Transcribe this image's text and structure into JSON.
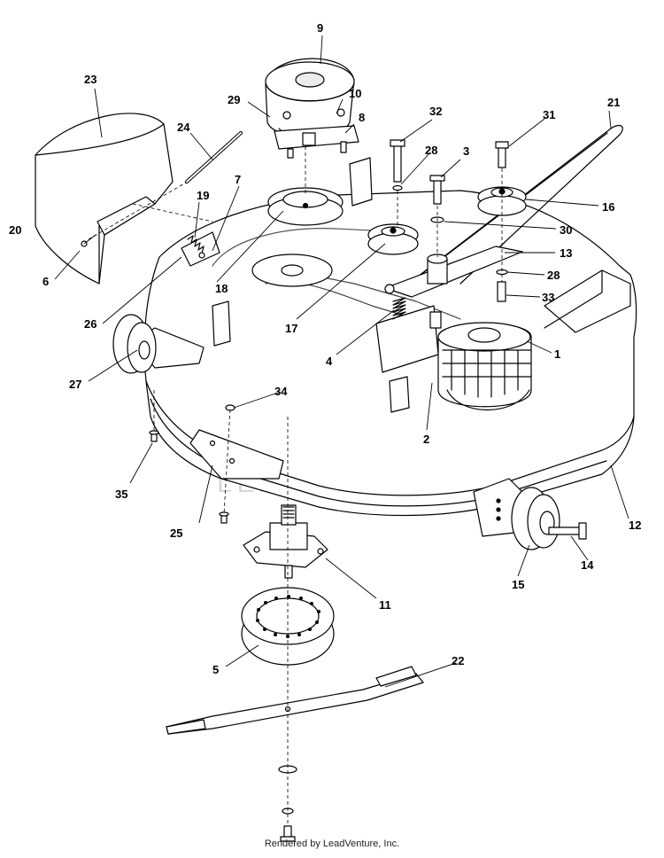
{
  "footer_text": "Rendered by LeadVenture, Inc.",
  "watermark_text": "LEADVENTURE",
  "colors": {
    "line": "#000000",
    "part_fill": "#ffffff",
    "shade": "#ececec",
    "watermark": "#d8d8d8"
  },
  "callouts": [
    {
      "id": "1",
      "label": "1"
    },
    {
      "id": "2",
      "label": "2"
    },
    {
      "id": "3",
      "label": "3"
    },
    {
      "id": "4",
      "label": "4"
    },
    {
      "id": "5",
      "label": "5"
    },
    {
      "id": "6",
      "label": "6"
    },
    {
      "id": "7",
      "label": "7"
    },
    {
      "id": "8",
      "label": "8"
    },
    {
      "id": "9",
      "label": "9"
    },
    {
      "id": "10",
      "label": "10"
    },
    {
      "id": "11",
      "label": "11"
    },
    {
      "id": "12",
      "label": "12"
    },
    {
      "id": "13",
      "label": "13"
    },
    {
      "id": "14",
      "label": "14"
    },
    {
      "id": "15",
      "label": "15"
    },
    {
      "id": "16",
      "label": "16"
    },
    {
      "id": "17",
      "label": "17"
    },
    {
      "id": "18",
      "label": "18"
    },
    {
      "id": "19",
      "label": "19"
    },
    {
      "id": "20",
      "label": "20"
    },
    {
      "id": "21",
      "label": "21"
    },
    {
      "id": "22",
      "label": "22"
    },
    {
      "id": "23",
      "label": "23"
    },
    {
      "id": "24",
      "label": "24"
    },
    {
      "id": "25",
      "label": "25"
    },
    {
      "id": "26",
      "label": "26"
    },
    {
      "id": "27",
      "label": "27"
    },
    {
      "id": "28a",
      "label": "28"
    },
    {
      "id": "28b",
      "label": "28"
    },
    {
      "id": "29",
      "label": "29"
    },
    {
      "id": "30",
      "label": "30"
    },
    {
      "id": "31",
      "label": "31"
    },
    {
      "id": "32",
      "label": "32"
    },
    {
      "id": "33",
      "label": "33"
    },
    {
      "id": "34",
      "label": "34"
    },
    {
      "id": "35",
      "label": "35"
    }
  ]
}
